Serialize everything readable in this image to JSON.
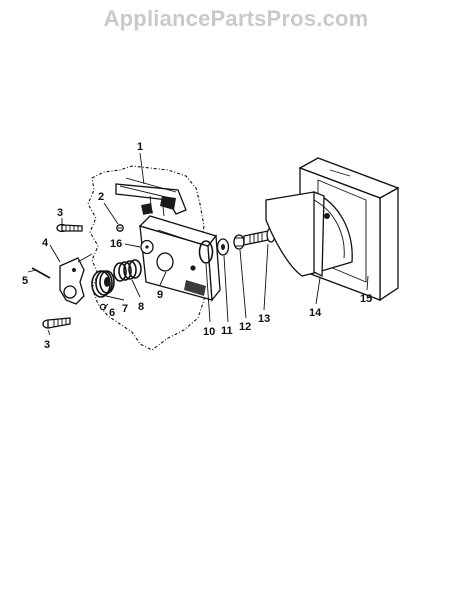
{
  "watermark": "AppliancePartsPros.com",
  "callouts": {
    "c1": "1",
    "c2": "2",
    "c3a": "3",
    "c3b": "3",
    "c4": "4",
    "c5": "5",
    "c6": "6",
    "c7": "7",
    "c8": "8",
    "c9": "9",
    "c10": "10",
    "c11": "11",
    "c12": "12",
    "c13": "13",
    "c14": "14",
    "c15": "15",
    "c16": "16"
  },
  "colors": {
    "ink": "#111111",
    "watermark": "#c9c9c9",
    "paper": "#ffffff"
  }
}
